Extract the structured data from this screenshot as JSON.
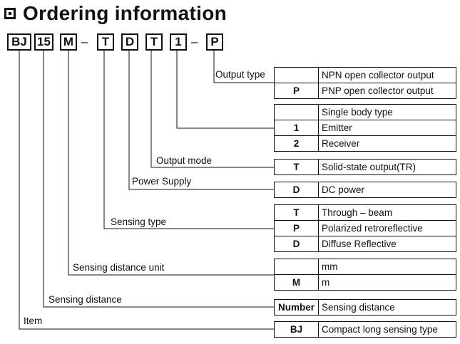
{
  "title": "Ordering information",
  "code_parts": [
    "BJ",
    "15",
    "M",
    "–",
    "T",
    "D",
    "T",
    "1",
    "–",
    "P"
  ],
  "labels": {
    "output_type": "Output type",
    "body_type": "",
    "output_mode": "Output mode",
    "power_supply": "Power Supply",
    "sensing_type": "Sensing type",
    "sensing_distance_unit": "Sensing distance unit",
    "sensing_distance": "Sensing distance",
    "item": "Item"
  },
  "tables": {
    "output_type": [
      {
        "code": "",
        "desc": "NPN open collector output"
      },
      {
        "code": "P",
        "desc": "PNP open collector output"
      }
    ],
    "body_type": [
      {
        "code": "",
        "desc": "Single body type"
      },
      {
        "code": "1",
        "desc": "Emitter"
      },
      {
        "code": "2",
        "desc": "Receiver"
      }
    ],
    "output_mode": [
      {
        "code": "T",
        "desc": "Solid-state output(TR)"
      }
    ],
    "power_supply": [
      {
        "code": "D",
        "desc": "DC power"
      }
    ],
    "sensing_type": [
      {
        "code": "T",
        "desc": "Through – beam"
      },
      {
        "code": "P",
        "desc": "Polarized retroreflective"
      },
      {
        "code": "D",
        "desc": "Diffuse Reflective"
      }
    ],
    "sensing_distance_unit": [
      {
        "code": "",
        "desc": "mm"
      },
      {
        "code": "M",
        "desc": "m"
      }
    ],
    "sensing_distance": [
      {
        "code": "Number",
        "desc": "Sensing distance"
      }
    ],
    "item": [
      {
        "code": "BJ",
        "desc": "Compact long sensing type"
      }
    ]
  }
}
